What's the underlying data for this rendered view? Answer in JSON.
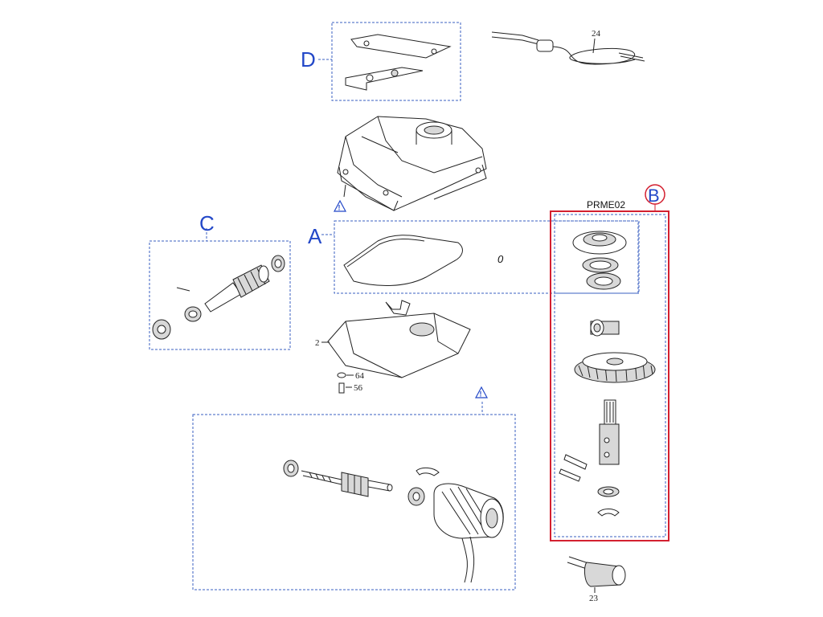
{
  "callouts": {
    "a": "A",
    "b": "B",
    "c": "C",
    "d": "D"
  },
  "kit_code": "PRME02",
  "gasket_text": "0",
  "part_numbers": {
    "cover_base": "2",
    "washer": "64",
    "screw": "56",
    "capacitor": "23",
    "cable": "24"
  },
  "warning_mark": "!",
  "colors": {
    "callout_blue": "#2348c8",
    "dashed_box": "#3a5fc0",
    "highlight_red": "#d32030",
    "line": "#222222"
  },
  "icons": [
    "warning-triangle-icon"
  ]
}
